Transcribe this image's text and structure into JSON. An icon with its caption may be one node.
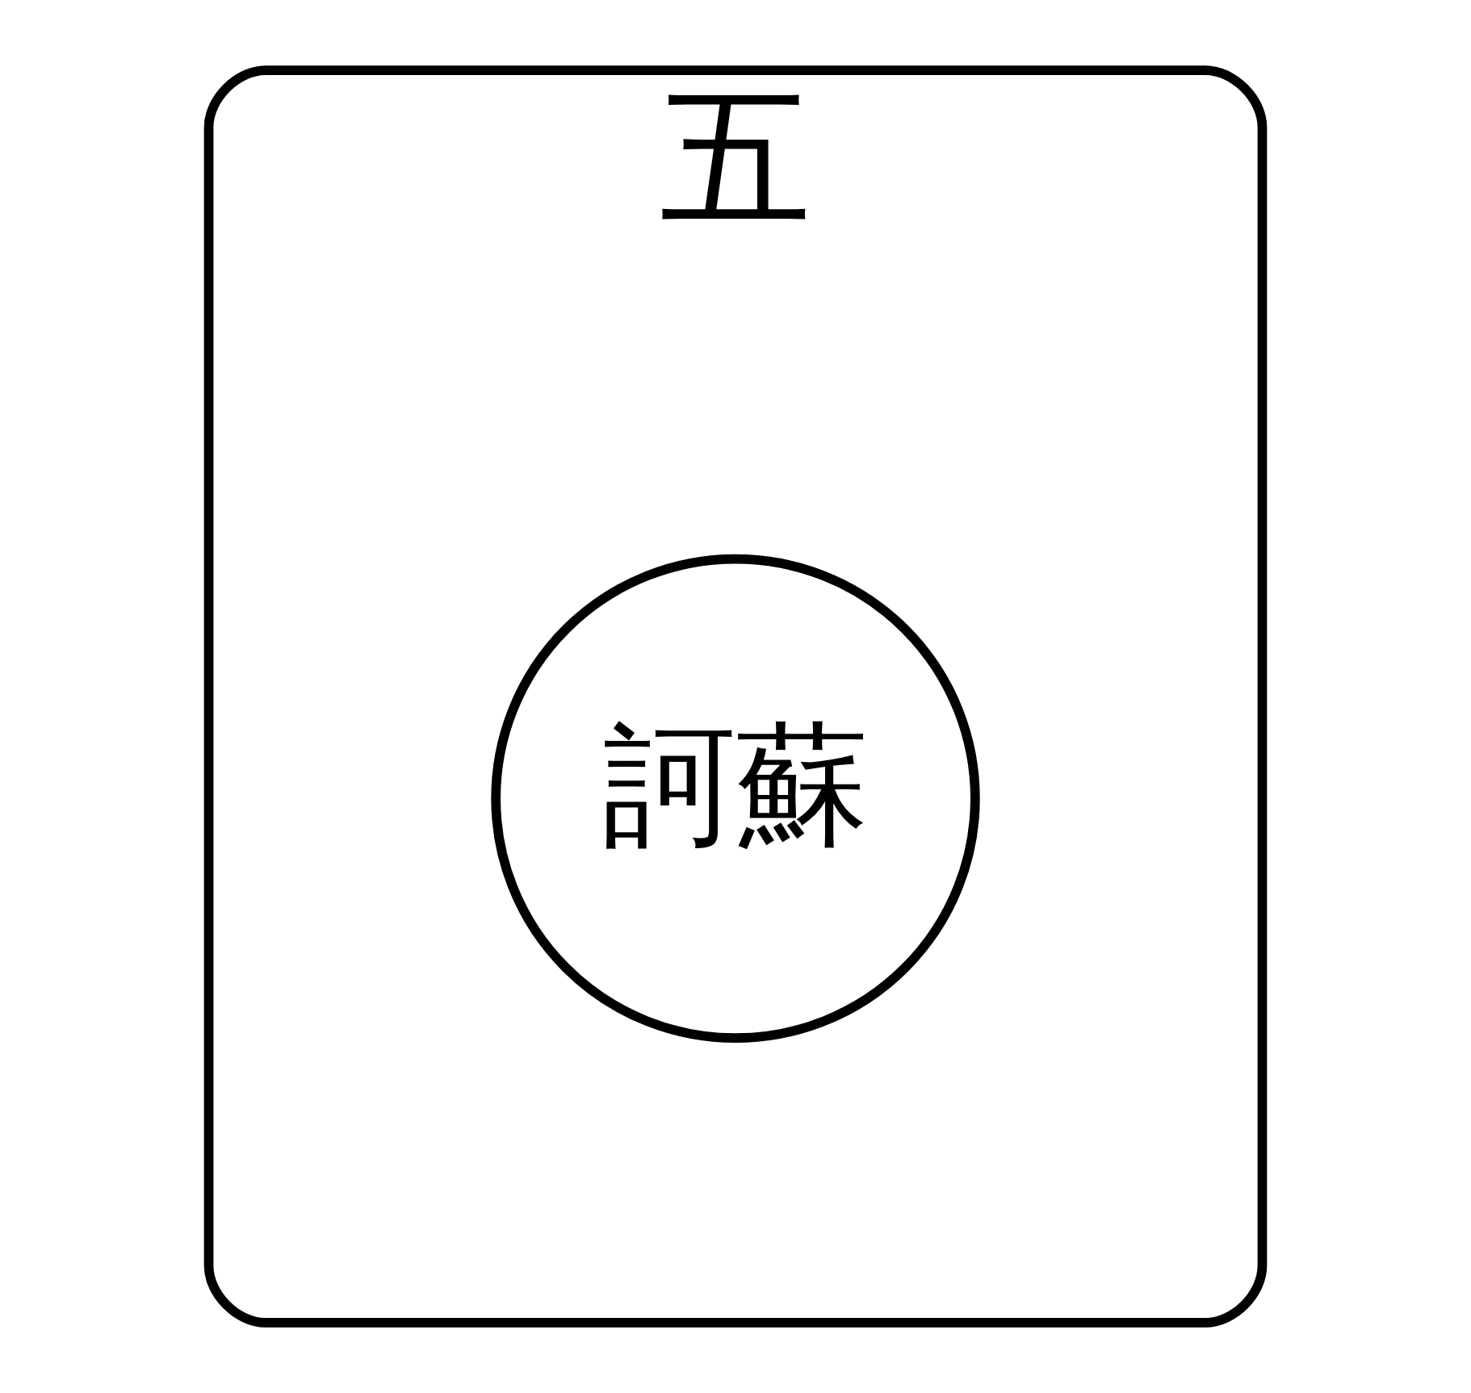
{
  "diagram": {
    "nodes": [
      {
        "text": [
          "五"
        ]
      },
      {
        "text": [
          "訶蘇"
        ],
        "in": 0
      }
    ]
  }
}
